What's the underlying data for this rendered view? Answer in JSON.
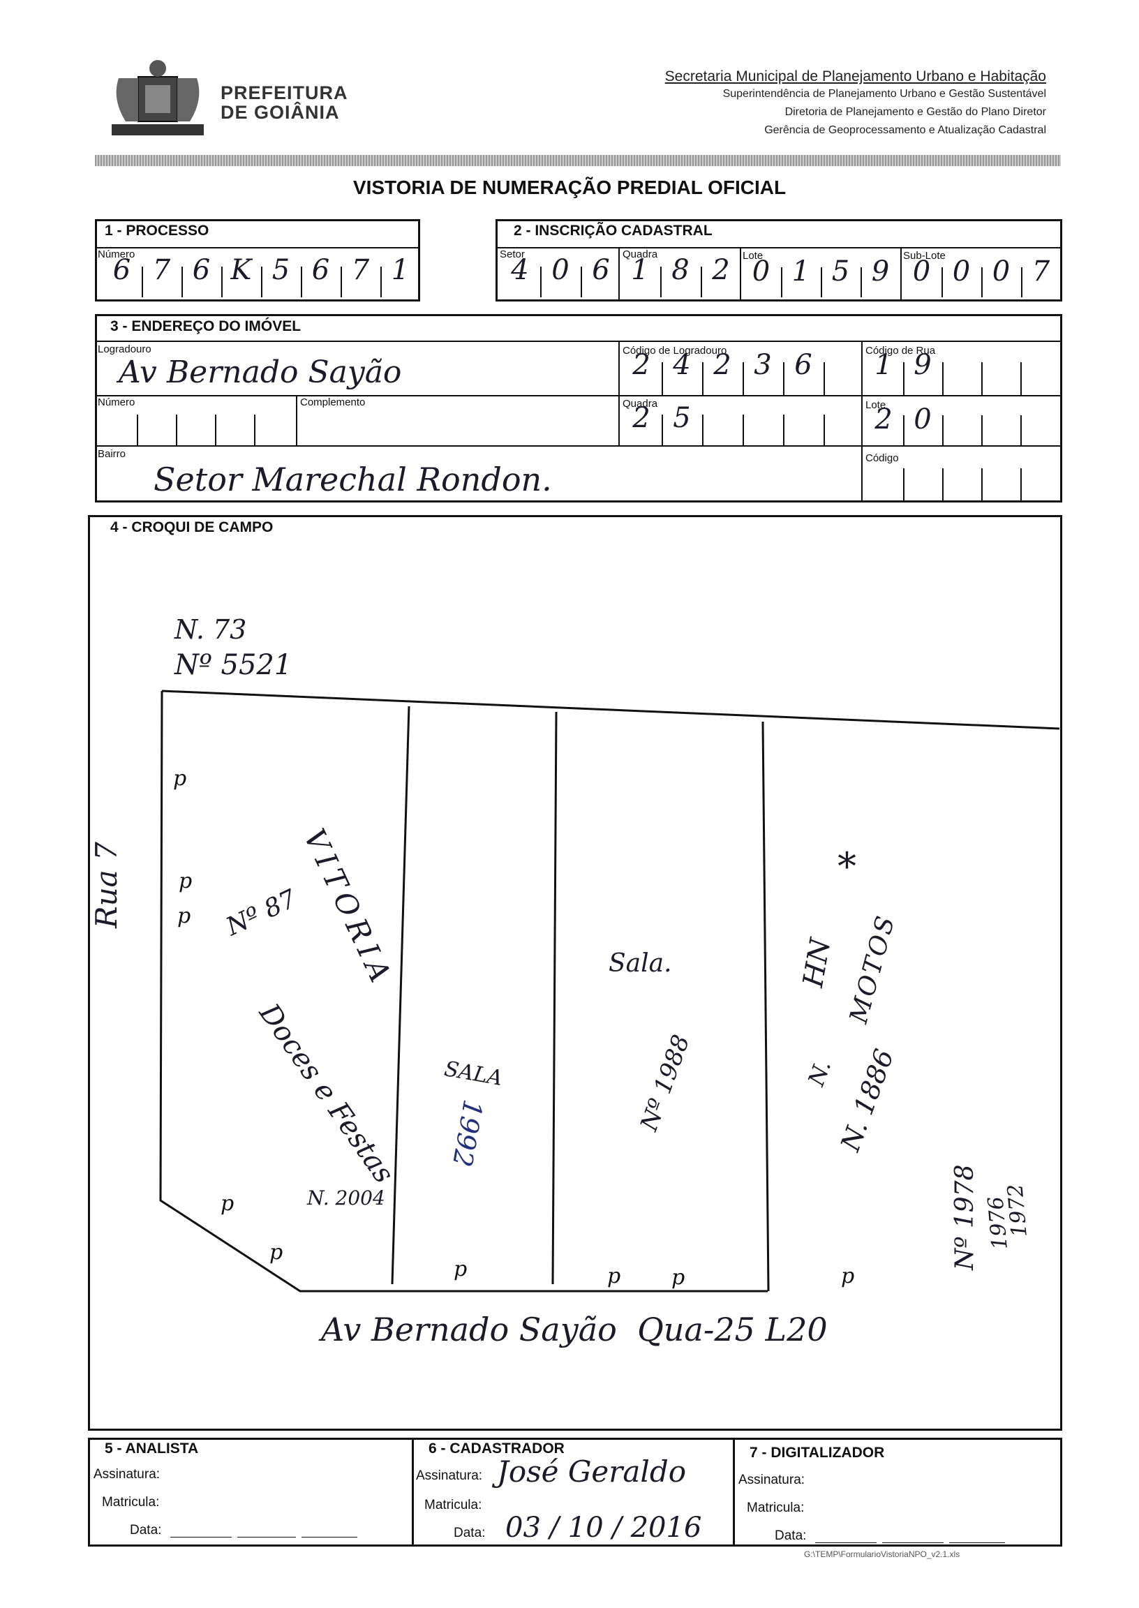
{
  "header": {
    "org_line1": "PREFEITURA",
    "org_line2": "DE GOIÂNIA",
    "secretaria": "Secretaria Municipal de Planejamento Urbano e Habitação",
    "line2": "Superintendência de Planejamento Urbano e Gestão Sustentável",
    "line3": "Diretoria de Planejamento e Gestão do Plano Diretor",
    "line4": "Gerência de Geoprocessamento e Atualização Cadastral",
    "title": "VISTORIA DE NUMERAÇÃO PREDIAL OFICIAL"
  },
  "processo": {
    "title": "1 - PROCESSO",
    "numero_label": "Número",
    "digits": [
      "6",
      "7",
      "6",
      "K",
      "5",
      "6",
      "7",
      "1"
    ]
  },
  "inscricao": {
    "title": "2 - INSCRIÇÃO CADASTRAL",
    "setor_label": "Setor",
    "quadra_label": "Quadra",
    "lote_label": "Lote",
    "sublote_label": "Sub-Lote",
    "setor": [
      "4",
      "0",
      "6"
    ],
    "quadra": [
      "1",
      "8",
      "2"
    ],
    "lote": [
      "0",
      "1",
      "5",
      "9"
    ],
    "sublote": [
      "0",
      "0",
      "0",
      "7"
    ]
  },
  "endereco": {
    "title": "3 - ENDEREÇO DO IMÓVEL",
    "logradouro_label": "Logradouro",
    "logradouro": "Av Bernado Sayão",
    "cod_logradouro_label": "Código de Logradouro",
    "cod_logradouro": [
      "2",
      "4",
      "2",
      "3",
      "6"
    ],
    "cod_rua_label": "Código de Rua",
    "cod_rua": [
      "1",
      "9"
    ],
    "numero_label": "Número",
    "complemento_label": "Complemento",
    "quadra_label": "Quadra",
    "quadra": [
      "2",
      "5"
    ],
    "lote_label": "Lote",
    "lote": [
      "2",
      "0"
    ],
    "bairro_label": "Bairro",
    "bairro": "Setor Marechal Rondon.",
    "codigo_label": "Código"
  },
  "croqui": {
    "title": "4 - CROQUI DE CAMPO",
    "notes": {
      "n73": "N. 73",
      "n5521": "Nº 5521",
      "rua7": "Rua 7",
      "vitoria": "VITORIA",
      "doces": "Doces e Festas",
      "n87": "Nº 87",
      "n2004": "N. 2004",
      "sala": "SALA",
      "n1992": "1992",
      "sala2": "Sala.",
      "n1988": "Nº 1988",
      "hn": "HN",
      "motos": "MOTOS",
      "n_small": "N.",
      "n1886": "N. 1886",
      "n1978": "Nº 1978",
      "n1976": "1976",
      "n1972": "1972",
      "star": "*",
      "bottom": "Av Bernado Sayão  Qua-25 L20"
    }
  },
  "footer": {
    "analista_title": "5 - ANALISTA",
    "cadastrador_title": "6 - CADASTRADOR",
    "digitalizador_title": "7 - DIGITALIZADOR",
    "assinatura": "Assinatura:",
    "matricula": "Matricula:",
    "data": "Data:",
    "cad_signature": "José Geraldo",
    "cad_data": "03 / 10 / 2016",
    "path": "G:\\TEMP\\FormularioVistoriaNPO_v2.1.xls"
  }
}
